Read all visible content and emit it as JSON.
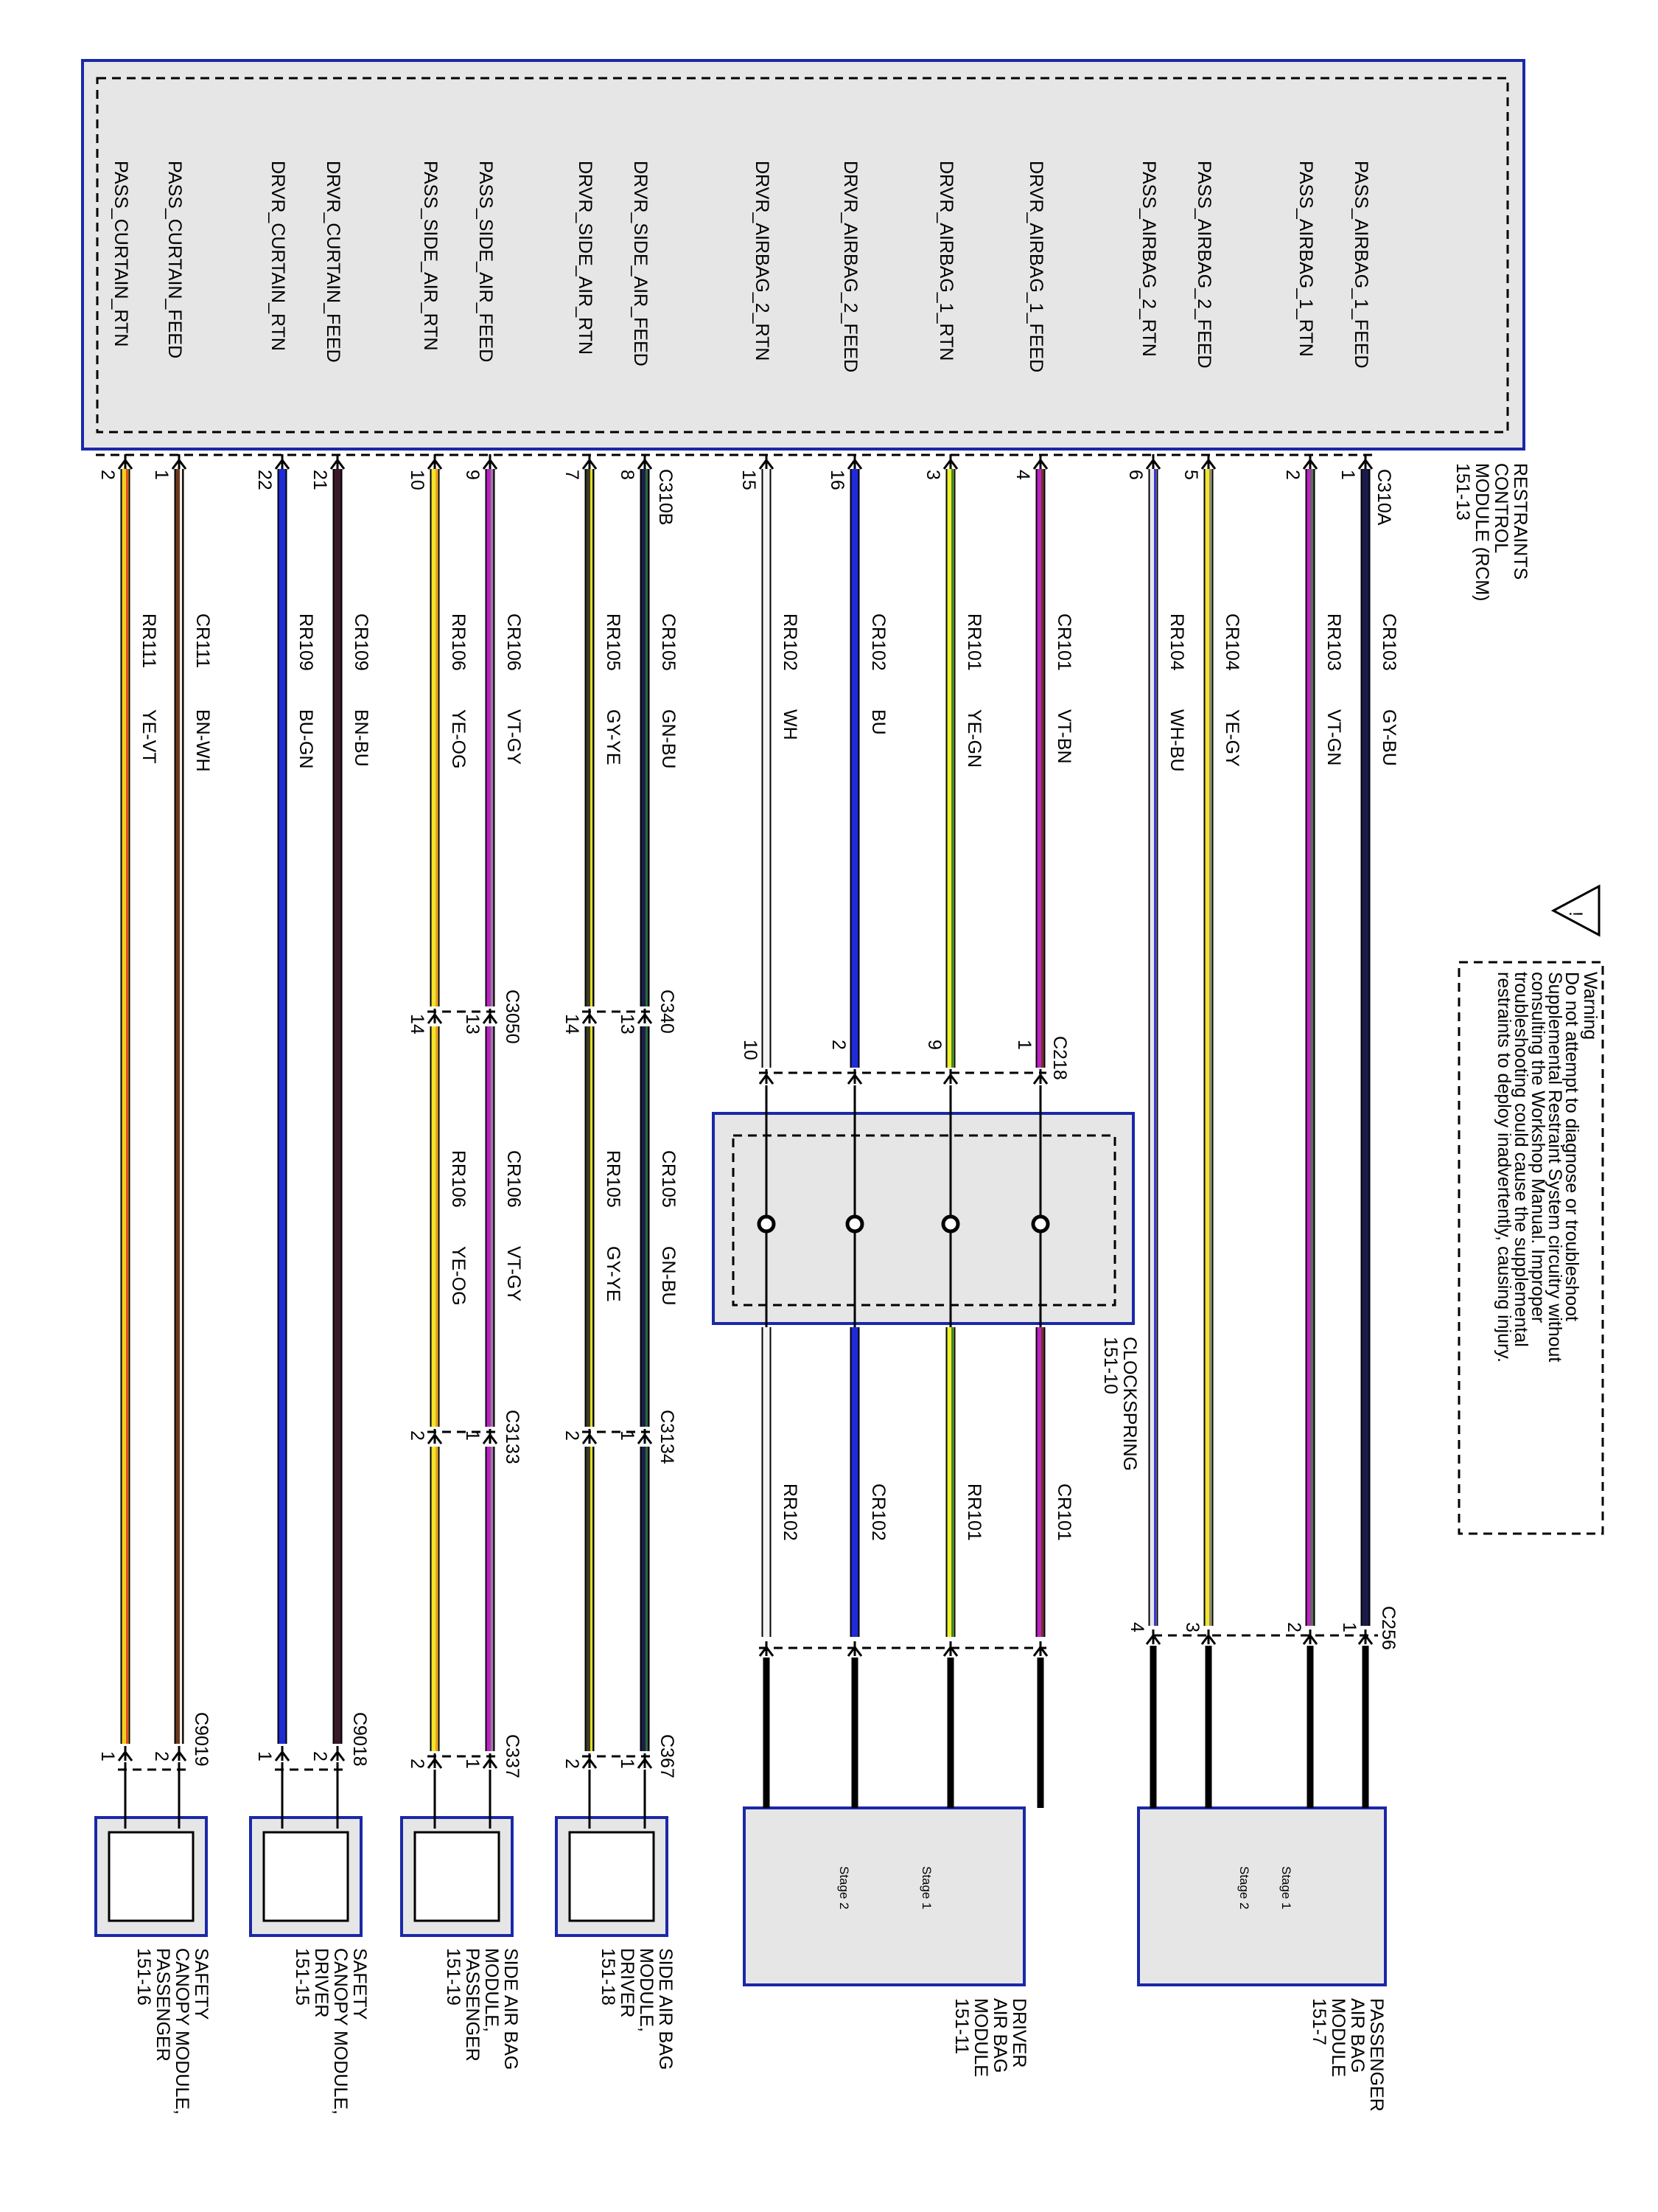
{
  "rcm": {
    "label_lines": [
      "RESTRAINTS",
      "CONTROL",
      "MODULE (RCM)",
      "151-13"
    ],
    "connector_a": "C310A",
    "connector_b": "C310B"
  },
  "warning": {
    "title": "Warning",
    "lines": [
      "Do not attempt to diagnose or troubleshoot",
      "Supplemental Restraint System circuitry without",
      "consulting the Workshop Manual. Improper",
      "troubleshooting could cause the supplemental",
      "restraints to deploy inadvertently, causing injury."
    ]
  },
  "clockspring": {
    "connector": "C218",
    "label_lines": [
      "CLOCKSPRING",
      "151-10"
    ]
  },
  "wires": [
    {
      "signal": "PASS_AIRBAG_1_FEED",
      "pin": "1",
      "circuit": "CR103",
      "color_code": "GY-BU",
      "colors": [
        "#1a1a4a",
        "#1a1a4a"
      ],
      "dest_pin": "1",
      "dest_connector": "C256"
    },
    {
      "signal": "PASS_AIRBAG_1_RTN",
      "pin": "2",
      "circuit": "RR103",
      "color_code": "VT-GN",
      "colors": [
        "#c020c8",
        "#3a8a30"
      ],
      "dest_pin": "2"
    },
    {
      "signal": "PASS_AIRBAG_2_FEED",
      "pin": "5",
      "circuit": "CR104",
      "color_code": "YE-GY",
      "colors": [
        "#f2e62a",
        "#8a8a8a"
      ],
      "dest_pin": "3"
    },
    {
      "signal": "PASS_AIRBAG_2_RTN",
      "pin": "6",
      "circuit": "RR104",
      "color_code": "WH-BU",
      "colors": [
        "#e6e6ee",
        "#3a3ad0"
      ],
      "dest_pin": "4"
    },
    {
      "signal": "DRVR_AIRBAG_1_FEED",
      "pin": "4",
      "circuit": "CR101",
      "color_code": "VT-BN",
      "colors": [
        "#c020c8",
        "#6b3a1a"
      ],
      "dest_pin": "1",
      "dest_connector": "C218"
    },
    {
      "signal": "DRVR_AIRBAG_1_RTN",
      "pin": "3",
      "circuit": "RR101",
      "color_code": "YE-GN",
      "colors": [
        "#f2f02a",
        "#3a8a30"
      ],
      "dest_pin": "9"
    },
    {
      "signal": "DRVR_AIRBAG_2_FEED",
      "pin": "16",
      "circuit": "CR102",
      "color_code": "BU",
      "colors": [
        "#1f2bd8",
        "#1f2bd8"
      ],
      "dest_pin": "2"
    },
    {
      "signal": "DRVR_AIRBAG_2_RTN",
      "pin": "15",
      "circuit": "RR102",
      "color_code": "WH",
      "colors": [
        "#f4f4f4",
        "#f4f4f4"
      ],
      "dest_pin": "10"
    },
    {
      "signal": "DRVR_SIDE_AIR_FEED",
      "pin": "8",
      "circuit": "CR105",
      "color_code": "GN-BU",
      "colors": [
        "#1d1f4a",
        "#2a6a3a"
      ],
      "mid_connector": "C340",
      "mid_pin": "13",
      "pin3": "1",
      "pin3_connector": "C3134",
      "pin4": "1",
      "pin4_connector": "C367"
    },
    {
      "signal": "DRVR_SIDE_AIR_RTN",
      "pin": "7",
      "circuit": "RR105",
      "color_code": "GY-YE",
      "colors": [
        "#3a3a2a",
        "#e6dc20"
      ],
      "mid_pin": "14",
      "pin3": "2",
      "pin4": "2"
    },
    {
      "signal": "PASS_SIDE_AIR_FEED",
      "pin": "9",
      "circuit": "CR106",
      "color_code": "VT-GY",
      "colors": [
        "#c020c8",
        "#8a8a8a"
      ],
      "mid_connector": "C3050",
      "mid_pin": "13",
      "pin3": "1",
      "pin3_connector": "C3133",
      "pin4": "1",
      "pin4_connector": "C337"
    },
    {
      "signal": "PASS_SIDE_AIR_RTN",
      "pin": "10",
      "circuit": "RR106",
      "color_code": "YE-OG",
      "colors": [
        "#f2e62a",
        "#f0a020"
      ],
      "mid_pin": "14",
      "pin3": "2",
      "pin4": "2"
    },
    {
      "signal": "DRVR_CURTAIN_FEED",
      "pin": "21",
      "circuit": "CR109",
      "color_code": "BN-BU",
      "colors": [
        "#3a1a2a",
        "#3a1a2a"
      ],
      "dest_pin": "2",
      "dest_connector": "C9018"
    },
    {
      "signal": "DRVR_CURTAIN_RTN",
      "pin": "22",
      "circuit": "RR109",
      "color_code": "BU-GN",
      "colors": [
        "#1f2bd8",
        "#1f2bd8"
      ],
      "dest_pin": "1"
    },
    {
      "signal": "PASS_CURTAIN_FEED",
      "pin": "1",
      "circuit": "CR111",
      "color_code": "BN-WH",
      "colors": [
        "#6b3a1a",
        "#f0f0f0"
      ],
      "dest_pin": "2",
      "dest_connector": "C9019"
    },
    {
      "signal": "PASS_CURTAIN_RTN",
      "pin": "2",
      "circuit": "RR111",
      "color_code": "YE-VT",
      "colors": [
        "#f0d020",
        "#e05020"
      ],
      "dest_pin": "1"
    }
  ],
  "modules": [
    {
      "id": "passenger-airbag",
      "label_lines": [
        "PASSENGER",
        "AIR BAG",
        "MODULE",
        "151-7"
      ],
      "stage_labels": [
        "Stage 1",
        "Stage 2"
      ]
    },
    {
      "id": "driver-airbag",
      "label_lines": [
        "DRIVER",
        "AIR BAG",
        "MODULE",
        "151-11"
      ],
      "stage_labels": [
        "Stage 1",
        "Stage 2"
      ]
    },
    {
      "id": "side-airbag-driver",
      "label_lines": [
        "SIDE AIR BAG",
        "MODULE,",
        "DRIVER",
        "151-18"
      ]
    },
    {
      "id": "side-airbag-passenger",
      "label_lines": [
        "SIDE AIR BAG",
        "MODULE,",
        "PASSENGER",
        "151-19"
      ]
    },
    {
      "id": "safety-canopy-driver",
      "label_lines": [
        "SAFETY",
        "CANOPY MODULE,",
        "DRIVER",
        "151-15"
      ]
    },
    {
      "id": "safety-canopy-passenger",
      "label_lines": [
        "SAFETY",
        "CANOPY MODULE,",
        "PASSENGER",
        "151-16"
      ]
    }
  ],
  "colors": {
    "module_border": "#1a28a8",
    "box_fill": "#e6e6e6",
    "dash": "#000000"
  }
}
